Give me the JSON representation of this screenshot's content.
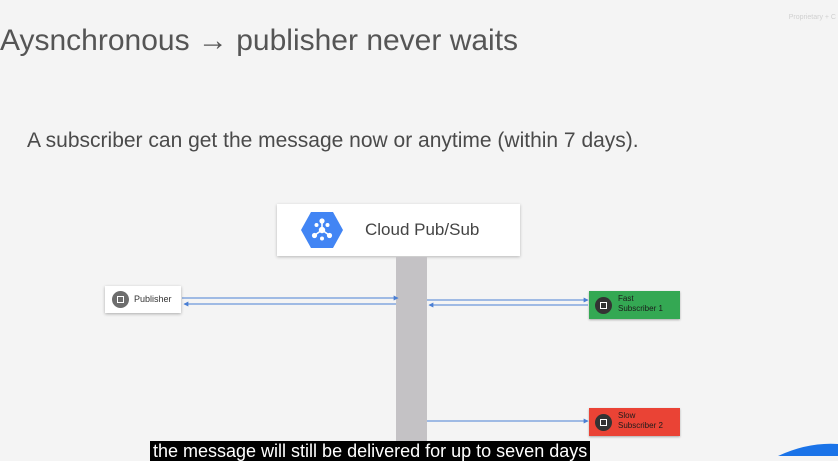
{
  "slide": {
    "corner_note": "Proprietary + C",
    "title": "Aysnchronous → publisher never waits",
    "subtitle": "A subscriber can get the message now or anytime (within 7 days)."
  },
  "diagram": {
    "service": {
      "label": "Cloud Pub/Sub",
      "icon": "pubsub-hexagon-icon",
      "icon_color": "#4285f4"
    },
    "publisher": {
      "label": "Publisher",
      "icon": "compute-node-icon"
    },
    "subscribers": [
      {
        "line1": "Fast",
        "line2": "Subscriber 1",
        "color": "#34a853",
        "icon": "compute-node-icon"
      },
      {
        "line1": "Slow",
        "line2": "Subscriber 2",
        "color": "#ea4335",
        "icon": "compute-node-icon"
      }
    ],
    "arrow_color": "#4a7fd4"
  },
  "caption": {
    "text": "the message will still be delivered for up to seven days"
  }
}
